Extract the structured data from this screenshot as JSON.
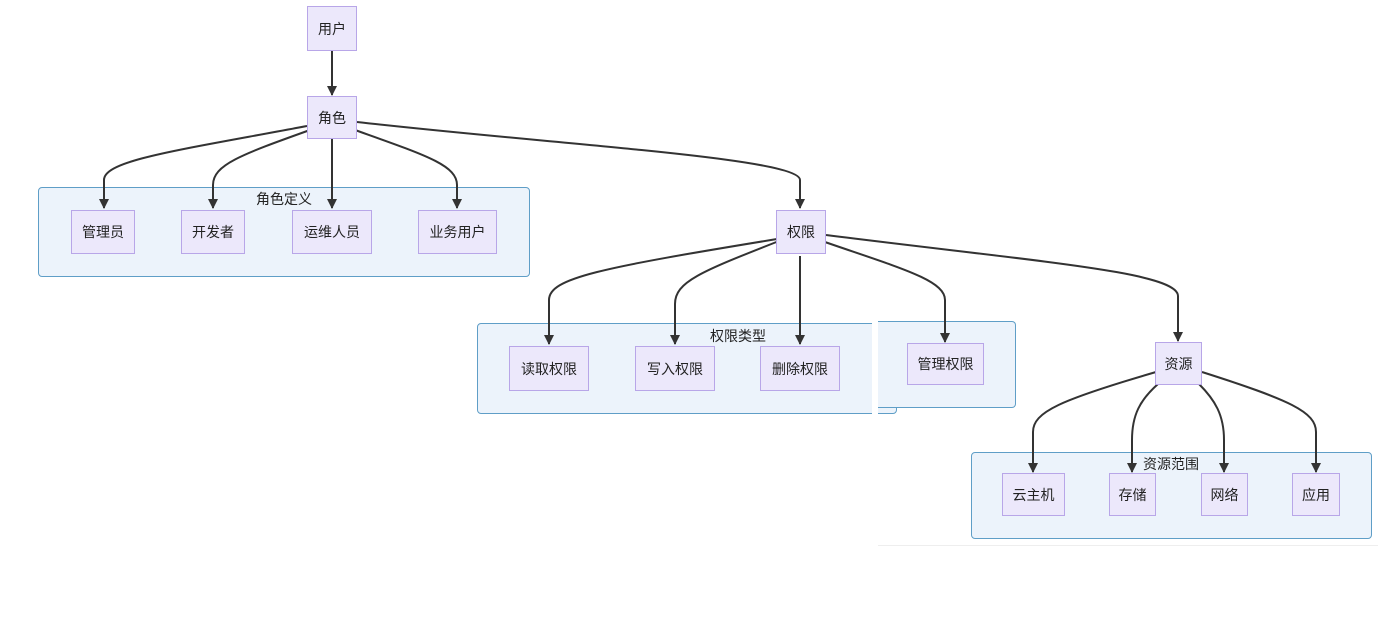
{
  "diagram": {
    "nodes": {
      "user": "用户",
      "role": "角色",
      "admin": "管理员",
      "developer": "开发者",
      "ops": "运维人员",
      "biz_user": "业务用户",
      "permission": "权限",
      "read": "读取权限",
      "write": "写入权限",
      "delete": "删除权限",
      "manage": "管理权限",
      "resource": "资源",
      "cloud_host": "云主机",
      "storage": "存储",
      "network": "网络",
      "application": "应用"
    },
    "groups": {
      "role_def": "角色定义",
      "perm_type": "权限类型",
      "resource_scope": "资源范围"
    },
    "edges": [
      [
        "user",
        "role"
      ],
      [
        "role",
        "admin"
      ],
      [
        "role",
        "developer"
      ],
      [
        "role",
        "ops"
      ],
      [
        "role",
        "biz_user"
      ],
      [
        "role",
        "permission"
      ],
      [
        "permission",
        "read"
      ],
      [
        "permission",
        "write"
      ],
      [
        "permission",
        "delete"
      ],
      [
        "permission",
        "manage"
      ],
      [
        "permission",
        "resource"
      ],
      [
        "resource",
        "cloud_host"
      ],
      [
        "resource",
        "storage"
      ],
      [
        "resource",
        "network"
      ],
      [
        "resource",
        "application"
      ]
    ],
    "colors": {
      "node_fill": "#ece8fb",
      "node_border": "#b8a6e8",
      "group_fill": "#ecf3fb",
      "group_border": "#5f9ec7",
      "edge": "#333333"
    }
  }
}
